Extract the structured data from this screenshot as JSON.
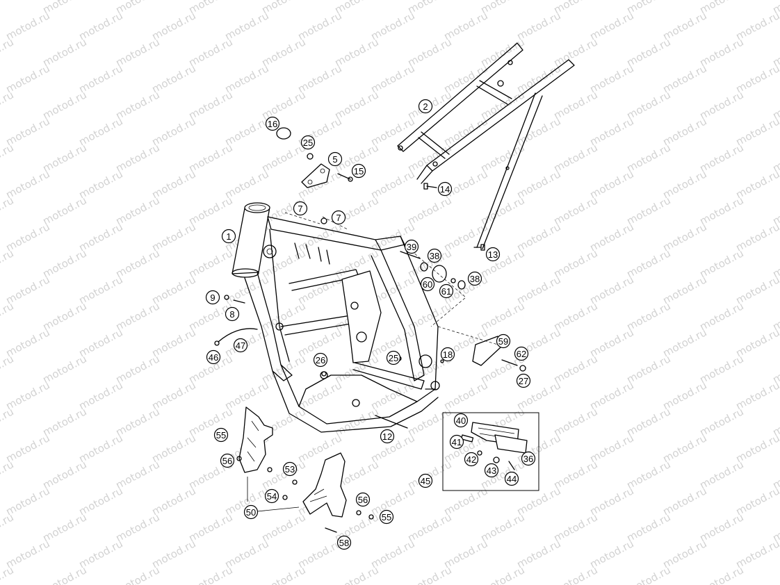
{
  "watermark": {
    "text": "motod.ru"
  },
  "callouts": [
    {
      "label": "1"
    },
    {
      "label": "2"
    },
    {
      "label": "5"
    },
    {
      "label": "7"
    },
    {
      "label": "7"
    },
    {
      "label": "8"
    },
    {
      "label": "9"
    },
    {
      "label": "12"
    },
    {
      "label": "13"
    },
    {
      "label": "14"
    },
    {
      "label": "15"
    },
    {
      "label": "16"
    },
    {
      "label": "18"
    },
    {
      "label": "25"
    },
    {
      "label": "25"
    },
    {
      "label": "26"
    },
    {
      "label": "27"
    },
    {
      "label": "36"
    },
    {
      "label": "38"
    },
    {
      "label": "38"
    },
    {
      "label": "39"
    },
    {
      "label": "40"
    },
    {
      "label": "41"
    },
    {
      "label": "42"
    },
    {
      "label": "43"
    },
    {
      "label": "44"
    },
    {
      "label": "45"
    },
    {
      "label": "46"
    },
    {
      "label": "47"
    },
    {
      "label": "50"
    },
    {
      "label": "53"
    },
    {
      "label": "54"
    },
    {
      "label": "55"
    },
    {
      "label": "55"
    },
    {
      "label": "56"
    },
    {
      "label": "56"
    },
    {
      "label": "58"
    },
    {
      "label": "59"
    },
    {
      "label": "60"
    },
    {
      "label": "61"
    },
    {
      "label": "62"
    }
  ]
}
